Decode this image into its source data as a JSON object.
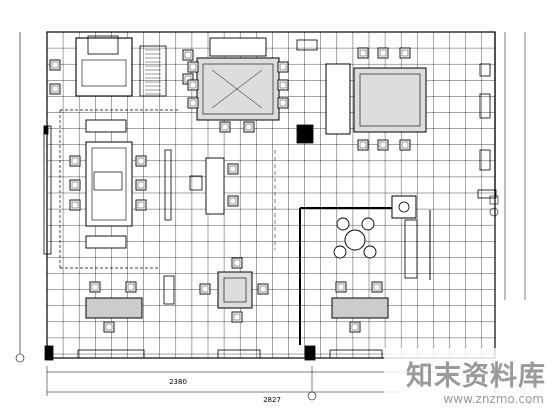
{
  "drawing": {
    "ink_color": "#000000",
    "paper_color": "#ffffff",
    "dimension_labels": [
      "2380",
      "2827"
    ]
  },
  "watermark": {
    "brand_text": "知末资料库",
    "url_text": "www.znzmo.com",
    "color": "#9a9a9a"
  }
}
